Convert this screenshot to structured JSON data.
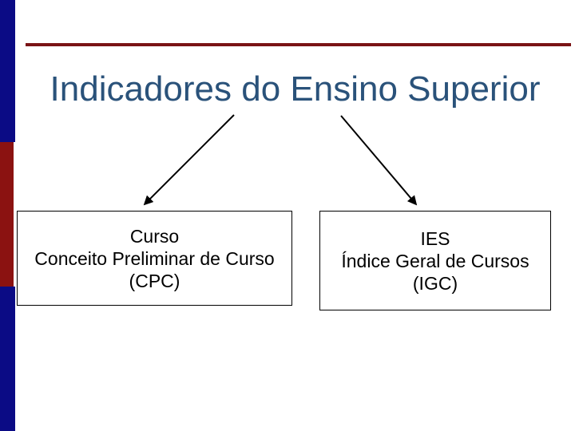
{
  "slide": {
    "title": "Indicadores do Ensino Superior"
  },
  "boxes": {
    "cpc": {
      "line1": "Curso",
      "line2": "Conceito Preliminar de Curso",
      "line3": "(CPC)"
    },
    "igc": {
      "line1": "IES",
      "line2": "Índice Geral de Cursos",
      "line3": "(IGC)"
    }
  },
  "colors": {
    "background": "#FFFFFF",
    "title_text": "#2A527A",
    "top_rule": "#7A1315",
    "accent_bar_blue": "#0B0B85",
    "accent_bar_red": "#8B1211",
    "box_border": "#000000",
    "box_text": "#000000",
    "arrow": "#000000"
  }
}
